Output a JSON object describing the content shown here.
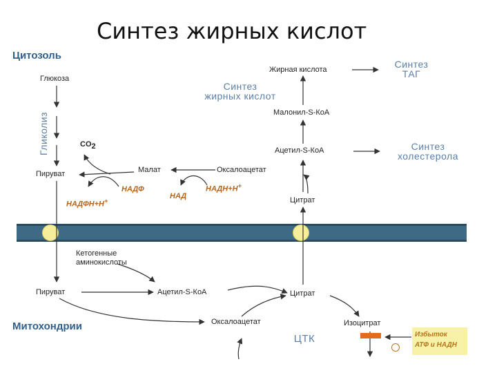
{
  "title": "Синтез жирных кислот",
  "compartments": {
    "cytosol": "Цитозоль",
    "mitochondria": "Митохондрии"
  },
  "glycolysis": "Гликолиз",
  "metabolites": {
    "glucose": "Глюкоза",
    "co2_base": "CO",
    "co2_sub": "2",
    "pyruvate_cyto": "Пируват",
    "malate": "Малат",
    "oxaloacetate_cyto": "Оксалоацетат",
    "citrate_cyto": "Цитрат",
    "acetyl_coa_cyto": "Ацетил-S-КоА",
    "malonyl_coa": "Малонил-S-КоА",
    "fatty_acid": "Жирная кислота",
    "ketogenic_line1": "Кетогенные",
    "ketogenic_line2": "аминокислоты",
    "pyruvate_mito": "Пируват",
    "acetyl_coa_mito": "Ацетил-S-КоА",
    "citrate_mito": "Цитрат",
    "oxaloacetate_mito": "Оксалоацетат",
    "isocitrate": "Изоцитрат"
  },
  "processes": {
    "tag_line1": "Синтез",
    "tag_line2": "ТАГ",
    "fa_line1": "Синтез",
    "fa_line2": "жирных кислот",
    "chol_line1": "Синтез",
    "chol_line2": "холестерола",
    "tca": "ЦТК"
  },
  "cofactors": {
    "nadp": "НАДФ",
    "nadph": "НАДФН+Н",
    "nadph_sup": "+",
    "nad": "НАД",
    "nadh": "НАДН+Н",
    "nadh_sup": "+"
  },
  "regulation": {
    "excess_line1": "Избыток",
    "excess_line2": "АТФ и НАДН"
  },
  "colors": {
    "membrane": "#3e6a86",
    "porter": "#f6ee9a",
    "compartment_text": "#2f5f8a",
    "process_text": "#5b7fa6",
    "cofactor_text": "#b5651d",
    "inhibitor": "#e36c1c"
  }
}
